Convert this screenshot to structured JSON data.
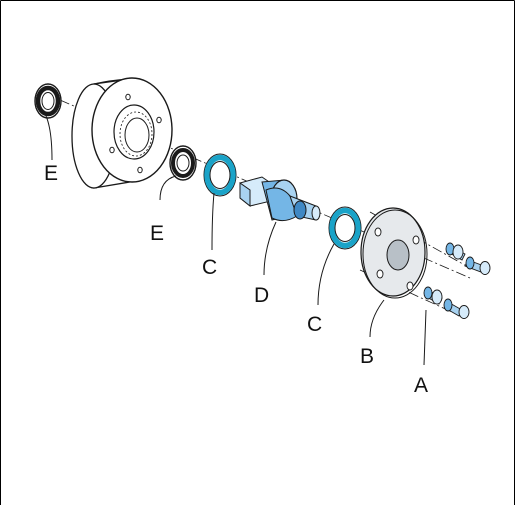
{
  "labels": {
    "a": "A",
    "b": "B",
    "c_left": "C",
    "c_right": "C",
    "d": "D",
    "e_left": "E",
    "e_mid": "E"
  },
  "colors": {
    "line": "#1a1a1a",
    "blue": "#74b6e6",
    "blue_dark": "#3f88c4",
    "blue_mid": "#a8d2f0",
    "blue_light": "#d6ebfa",
    "ring_teal": "#1aa3c8",
    "grey": "#c9cfd4",
    "grey_light": "#e6e9ec",
    "bore": "#b8c0c7"
  }
}
